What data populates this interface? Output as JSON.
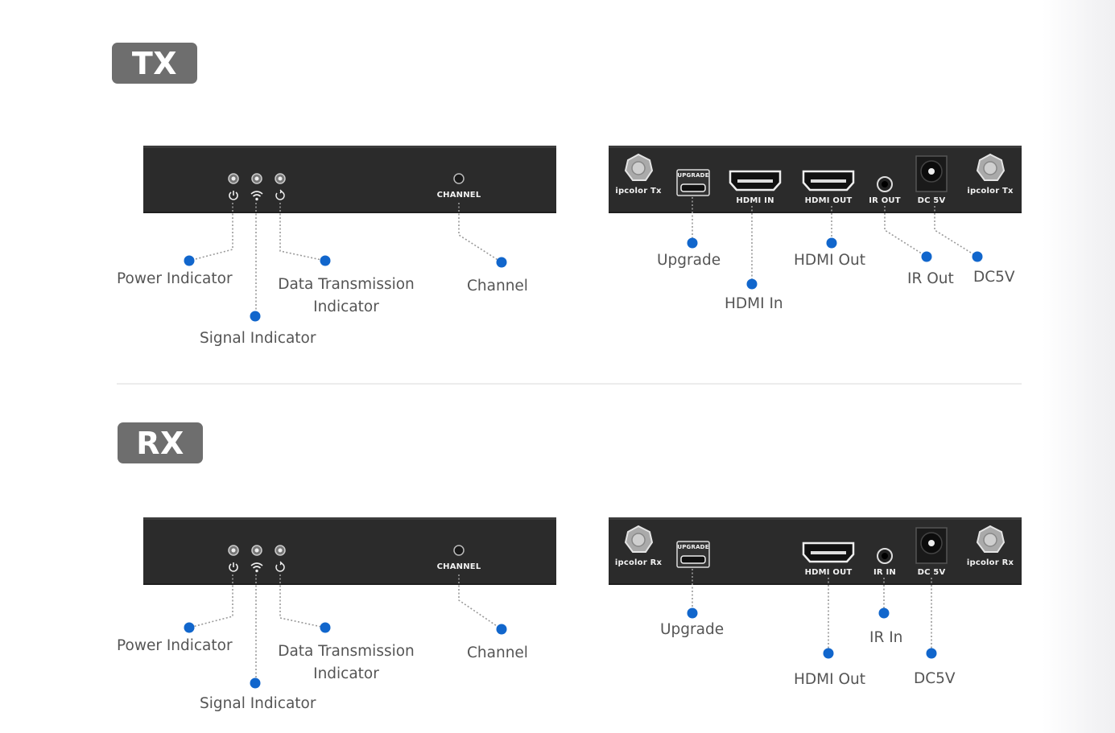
{
  "tx": {
    "badge": "TX",
    "front_panel": {
      "channel_port_label": "CHANNEL"
    },
    "back_panel": {
      "ports": {
        "antenna_left": "ipcolor Tx",
        "upgrade": "UPGRADE",
        "hdmi_in": "HDMI IN",
        "hdmi_out": "HDMI OUT",
        "ir_out": "IR OUT",
        "dc5v": "DC 5V",
        "antenna_right": "ipcolor Tx"
      }
    },
    "callouts": {
      "power": "Power Indicator",
      "signal": "Signal Indicator",
      "data_line1": "Data Transmission",
      "data_line2": "Indicator",
      "channel": "Channel",
      "upgrade": "Upgrade",
      "hdmi_in": "HDMI In",
      "hdmi_out": "HDMI Out",
      "ir_out": "IR Out",
      "dc5v": "DC5V"
    }
  },
  "rx": {
    "badge": "RX",
    "front_panel": {
      "channel_port_label": "CHANNEL"
    },
    "back_panel": {
      "ports": {
        "antenna_left": "ipcolor Rx",
        "upgrade": "UPGRADE",
        "hdmi_out": "HDMI OUT",
        "ir_in": "IR IN",
        "dc5v": "DC 5V",
        "antenna_right": "ipcolor Rx"
      }
    },
    "callouts": {
      "power": "Power Indicator",
      "signal": "Signal Indicator",
      "data_line1": "Data Transmission",
      "data_line2": "Indicator",
      "channel": "Channel",
      "upgrade": "Upgrade",
      "hdmi_out": "HDMI Out",
      "ir_in": "IR In",
      "dc5v": "DC5V"
    }
  },
  "colors": {
    "badge": "#6e6e6e",
    "panel": "#2b2b2b",
    "callout_dot": "#1166cc",
    "label_text": "#555555"
  }
}
